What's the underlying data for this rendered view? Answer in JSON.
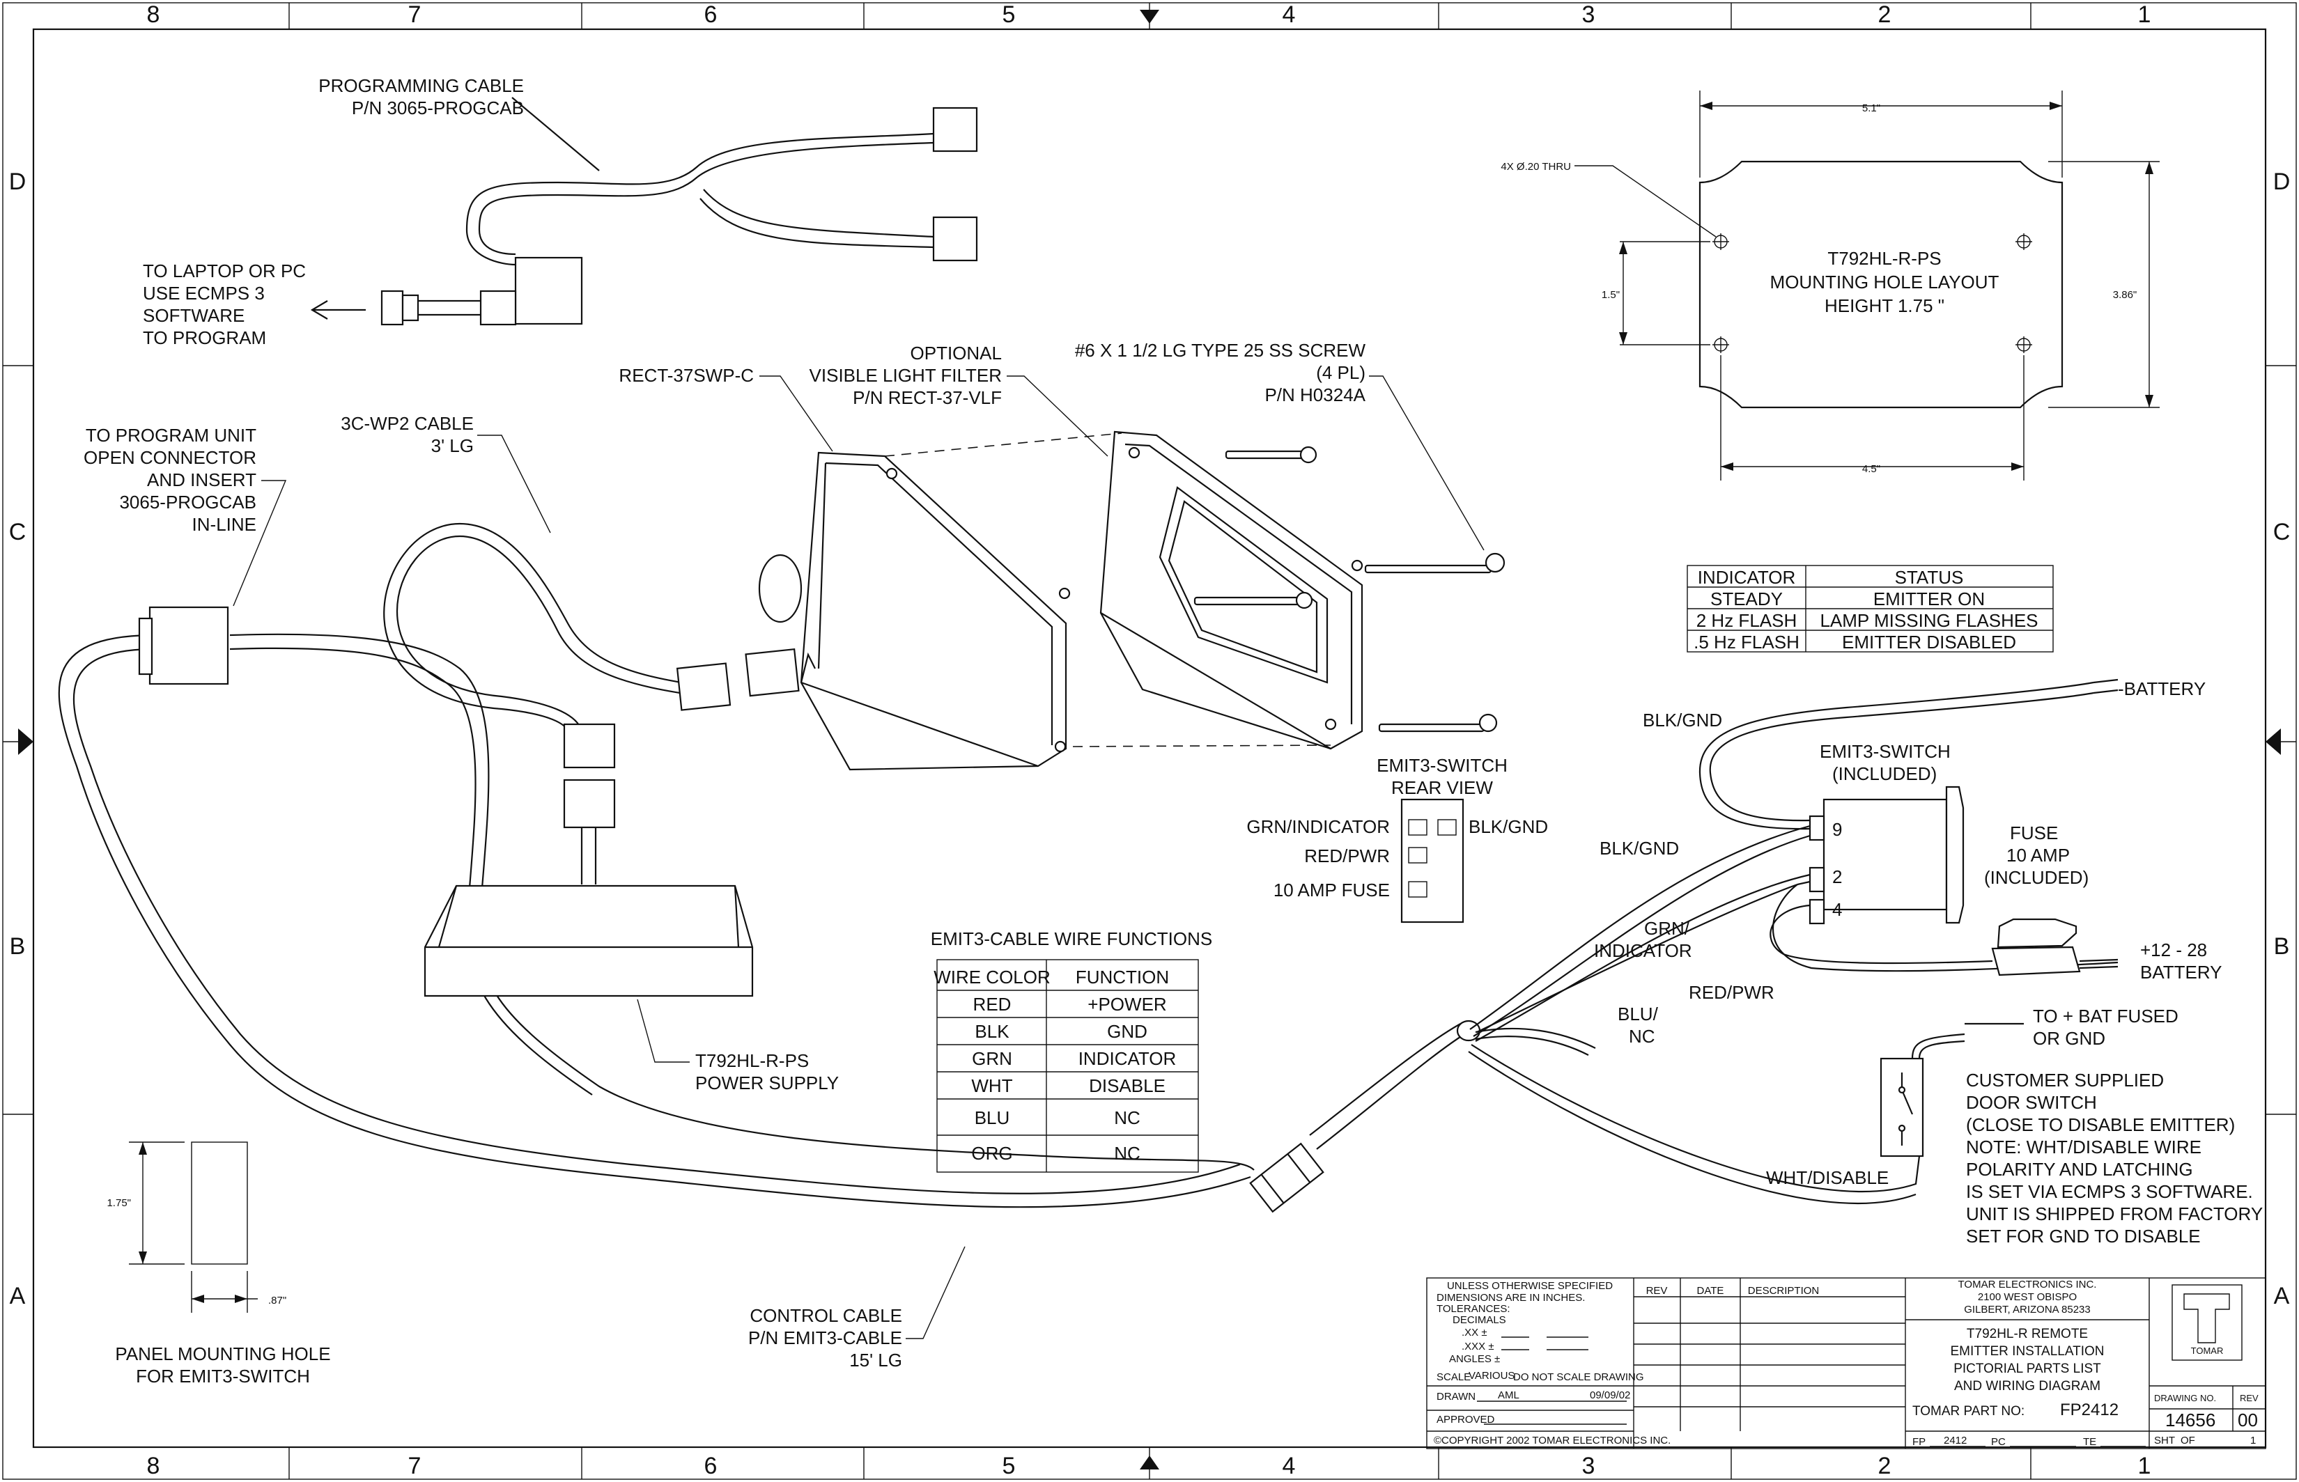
{
  "border": {
    "columns": [
      "8",
      "7",
      "6",
      "5",
      "4",
      "3",
      "2",
      "1"
    ],
    "rows": [
      "D",
      "C",
      "B",
      "A"
    ]
  },
  "callouts": {
    "programming_cable": [
      "PROGRAMMING CABLE",
      "P/N 3065-PROGCAB"
    ],
    "laptop": [
      "TO LAPTOP OR PC",
      "USE ECMPS 3",
      "SOFTWARE",
      "TO PROGRAM"
    ],
    "program_unit": [
      "TO PROGRAM UNIT",
      "OPEN CONNECTOR",
      "AND INSERT",
      "3065-PROGCAB",
      "IN-LINE"
    ],
    "wp2_cable": [
      "3C-WP2 CABLE",
      "3' LG"
    ],
    "rect37": "RECT-37SWP-C",
    "filter": [
      "OPTIONAL",
      "VISIBLE LIGHT FILTER",
      "P/N RECT-37-VLF"
    ],
    "screw": [
      "#6 X 1 1/2 LG TYPE 25 SS SCREW",
      "(4 PL)",
      "P/N H0324A"
    ],
    "power_supply": [
      "T792HL-R-PS",
      "POWER SUPPLY"
    ],
    "control_cable": [
      "CONTROL CABLE",
      "P/N EMIT3-CABLE",
      "15' LG"
    ],
    "panel_hole": [
      "PANEL MOUNTING HOLE",
      "FOR EMIT3-SWITCH"
    ]
  },
  "mounting": {
    "title": [
      "T792HL-R-PS",
      "MOUNTING HOLE LAYOUT",
      "HEIGHT 1.75 \""
    ],
    "holes_note": "4X Ø.20 THRU",
    "dim_top": "5.1\"",
    "dim_bottom": "4.5\"",
    "dim_left": "1.5\"",
    "dim_right": "3.86\""
  },
  "status_table": {
    "headers": [
      "INDICATOR",
      "STATUS"
    ],
    "rows": [
      [
        "STEADY",
        "EMITTER ON"
      ],
      [
        "2 Hz FLASH",
        "LAMP MISSING FLASHES"
      ],
      [
        ".5 Hz FLASH",
        "EMITTER DISABLED"
      ]
    ]
  },
  "switch_rear": {
    "title": [
      "EMIT3-SWITCH",
      "REAR VIEW"
    ],
    "labels": [
      "GRN/INDICATOR",
      "RED/PWR",
      "10 AMP FUSE",
      "BLK/GND"
    ]
  },
  "wire_table": {
    "title": "EMIT3-CABLE WIRE FUNCTIONS",
    "headers": [
      "WIRE COLOR",
      "FUNCTION"
    ],
    "rows": [
      [
        "RED",
        "+POWER"
      ],
      [
        "BLK",
        "GND"
      ],
      [
        "GRN",
        "INDICATOR"
      ],
      [
        "WHT",
        "DISABLE"
      ],
      [
        "BLU",
        "NC"
      ],
      [
        "ORG",
        "NC"
      ]
    ]
  },
  "wiring": {
    "neg_battery": "-BATTERY",
    "blk_gnd_top": "BLK/GND",
    "switch_title": [
      "EMIT3-SWITCH",
      "(INCLUDED)"
    ],
    "blk_gnd": "BLK/GND",
    "pins": [
      "9",
      "2",
      "4"
    ],
    "fuse": [
      "FUSE",
      "10 AMP",
      "(INCLUDED)"
    ],
    "grn": [
      "GRN/",
      "INDICATOR"
    ],
    "red": "RED/PWR",
    "pos_battery": [
      "+12 - 28",
      "BATTERY"
    ],
    "blu": [
      "BLU/",
      "NC"
    ],
    "to_bat": [
      "TO + BAT FUSED",
      "OR GND"
    ],
    "customer": [
      "CUSTOMER SUPPLIED",
      "DOOR SWITCH",
      "(CLOSE TO DISABLE EMITTER)",
      "NOTE: WHT/DISABLE WIRE",
      "POLARITY AND LATCHING",
      "IS SET VIA ECMPS 3 SOFTWARE.",
      "UNIT IS SHIPPED FROM FACTORY",
      "SET FOR GND TO DISABLE"
    ],
    "wht": "WHT/DISABLE"
  },
  "panel_dims": {
    "height": "1.75\"",
    "width": ".87\""
  },
  "title_block": {
    "tolerance": [
      "UNLESS OTHERWISE SPECIFIED",
      "DIMENSIONS ARE IN INCHES.",
      "TOLERANCES:",
      "DECIMALS",
      ".XX  ±",
      ".XXX ±",
      "ANGLES ±"
    ],
    "scale_label": "SCALE",
    "scale": "VARIOUS",
    "scale_note": "DO NOT SCALE DRAWING",
    "drawn_label": "DRAWN",
    "drawn": "AML",
    "date": "09/09/02",
    "approved_label": "APPROVED",
    "copyright": "©COPYRIGHT 2002 TOMAR ELECTRONICS INC.",
    "rev_headers": [
      "REV",
      "DATE",
      "DESCRIPTION"
    ],
    "company": [
      "TOMAR ELECTRONICS INC.",
      "2100 WEST OBISPO",
      "GILBERT, ARIZONA 85233"
    ],
    "title": [
      "T792HL-R REMOTE",
      "EMITTER INSTALLATION",
      "PICTORIAL PARTS LIST",
      "AND WIRING DIAGRAM"
    ],
    "part_label": "TOMAR PART NO:",
    "part_no": "FP2412",
    "logo_text": "TOMAR",
    "drawing_no_label": "DRAWING NO.",
    "rev_label": "REV",
    "drawing_no": "14656",
    "rev": "00",
    "fp_label": "FP",
    "fp": "2412",
    "pc_label": "PC",
    "te_label": "TE",
    "sht_label": "SHT",
    "of_label": "OF",
    "sht": "1"
  }
}
